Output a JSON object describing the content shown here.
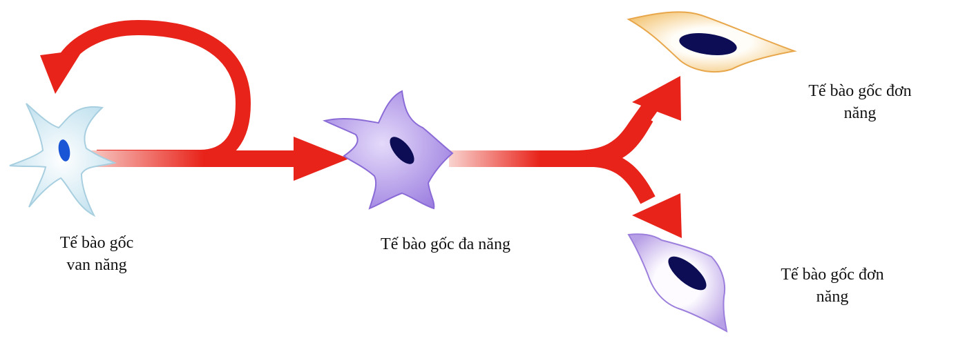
{
  "diagram": {
    "cells": {
      "totipotent": {
        "label_line1": "Tế bào gốc",
        "label_line2": "van năng",
        "color": "#cfe7f3",
        "nucleus": "#1a55d6"
      },
      "multipotent": {
        "label": "Tế bào gốc đa năng",
        "color": "#b59be8",
        "nucleus": "#0d0d55"
      },
      "unipotent_top": {
        "label_line1": "Tế bào gốc đơn",
        "label_line2": "năng",
        "color": "#fbe7c2",
        "nucleus": "#0d0d55"
      },
      "unipotent_bottom": {
        "label_line1": "Tế bào gốc đơn",
        "label_line2": "năng",
        "color": "#ece2f8",
        "nucleus": "#0d0d55"
      }
    },
    "arrow_color": "#e8231a"
  }
}
